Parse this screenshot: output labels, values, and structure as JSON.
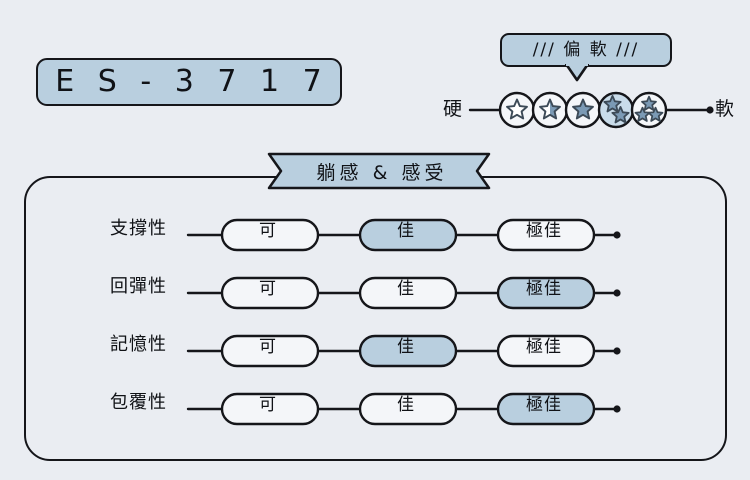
{
  "page": {
    "background_color": "#eaedf2",
    "ink_color": "#15161a",
    "accent_color": "#b9cfdf"
  },
  "model": {
    "code": "E S - 3 7 1 7"
  },
  "firmness": {
    "callout_label": "/// 偏 軟 ///",
    "hard_label": "硬",
    "soft_label": "軟",
    "selected_index": 3,
    "steps": [
      {
        "stars": 1,
        "fill": "empty"
      },
      {
        "stars": 1,
        "fill": "half"
      },
      {
        "stars": 1,
        "fill": "full"
      },
      {
        "stars": 2,
        "fill": "full"
      },
      {
        "stars": 3,
        "fill": "full"
      }
    ]
  },
  "feel": {
    "banner_label": "躺感 & 感受",
    "scale_options": [
      "可",
      "佳",
      "極佳"
    ],
    "rows": [
      {
        "label": "支撐性",
        "selected_index": 1
      },
      {
        "label": "回彈性",
        "selected_index": 2
      },
      {
        "label": "記憶性",
        "selected_index": 1
      },
      {
        "label": "包覆性",
        "selected_index": 2
      }
    ]
  }
}
